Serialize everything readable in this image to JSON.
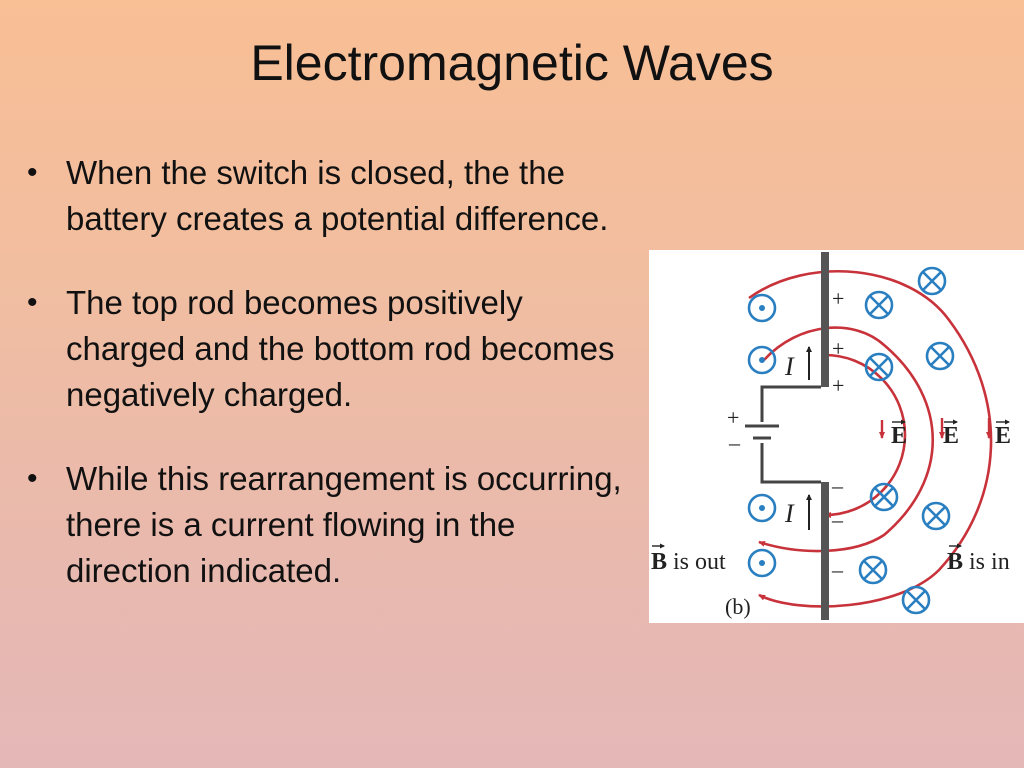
{
  "slide": {
    "title": "Electromagnetic Waves",
    "bullets": [
      "When the switch is closed, the the battery creates a potential difference.",
      "The top rod becomes positively charged and the bottom rod becomes negatively charged.",
      "While this rearrangement is occurring, there is a current flowing in the direction indicated."
    ],
    "bullet_glyph": "•"
  },
  "figure": {
    "plus": "+",
    "minus": "–",
    "current_label": "I",
    "field_label_E": "E",
    "B_symbol": "B",
    "b_out_text": " is out",
    "b_in_text": " is in",
    "caption": "(b)",
    "colors": {
      "field_lines": "#c8323a",
      "symbols": "#2a7fc1",
      "rod": "#555555",
      "battery": "#444444"
    }
  }
}
